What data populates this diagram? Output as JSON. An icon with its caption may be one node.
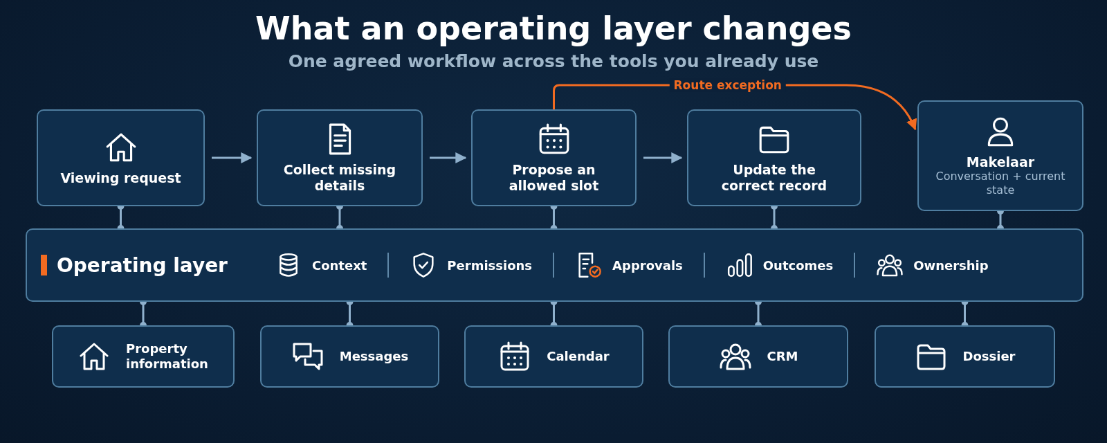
{
  "diagram": {
    "title": "What an operating layer changes",
    "nodes": [
      {
        "text": [
          "Viewing request"
        ]
      },
      {
        "text": [
          "Collect missing details"
        ]
      },
      {
        "text": [
          "Propose an allowed slot"
        ]
      },
      {
        "text": [
          "Update the correct record"
        ]
      },
      {
        "text": [
          "Makelaar",
          "Conversation + current state"
        ]
      },
      {
        "text": [
          "Operating layer",
          "Context",
          "Permissions",
          "Approvals",
          "Outcomes",
          "Ownership"
        ]
      },
      {
        "text": [
          "Property information"
        ]
      },
      {
        "text": [
          "Messages"
        ]
      },
      {
        "text": [
          "Calendar"
        ]
      },
      {
        "text": [
          "CRM"
        ]
      },
      {
        "text": [
          "Dossier"
        ]
      }
    ],
    "edges": [
      {
        "from": 0,
        "to": 1,
        "arrow": "to"
      },
      {
        "from": 1,
        "to": 2,
        "arrow": "to"
      },
      {
        "from": 2,
        "to": 3,
        "arrow": "to"
      },
      {
        "from": 2,
        "to": 4,
        "arrow": "to",
        "label": "Route exception",
        "color": "#f26b21"
      },
      {
        "from": 0,
        "to": 5,
        "arrow": "other"
      },
      {
        "from": 1,
        "to": 5,
        "arrow": "other"
      },
      {
        "from": 2,
        "to": 5,
        "arrow": "other"
      },
      {
        "from": 3,
        "to": 5,
        "arrow": "other"
      },
      {
        "from": 4,
        "to": 5,
        "arrow": "other"
      },
      {
        "from": 5,
        "to": 6,
        "arrow": "other"
      },
      {
        "from": 5,
        "to": 7,
        "arrow": "other"
      },
      {
        "from": 5,
        "to": 8,
        "arrow": "other"
      },
      {
        "from": 5,
        "to": 9,
        "arrow": "other"
      },
      {
        "from": 5,
        "to": 10,
        "arrow": "other"
      }
    ],
    "labels": [
      "One agreed workflow across the tools you already use"
    ]
  }
}
